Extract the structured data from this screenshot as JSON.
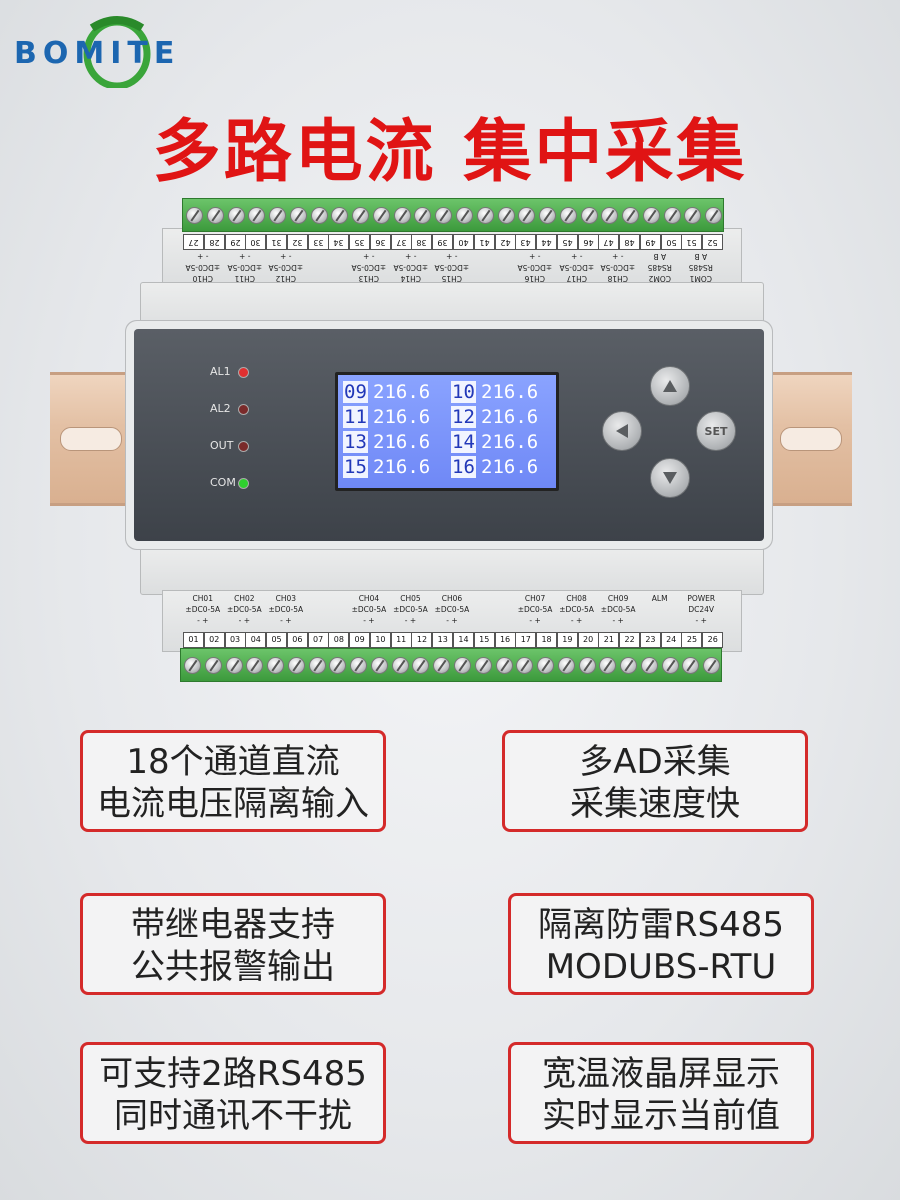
{
  "brand": {
    "name": "BOMITE",
    "accent": "#1c66b0",
    "ring": "#3aa53a"
  },
  "headline": "多路电流 集中采集",
  "top_terminals": {
    "numbers": [
      "27",
      "28",
      "29",
      "30",
      "31",
      "32",
      "33",
      "34",
      "35",
      "36",
      "37",
      "38",
      "39",
      "40",
      "41",
      "42",
      "43",
      "44",
      "45",
      "46",
      "47",
      "48",
      "49",
      "50",
      "51",
      "52"
    ],
    "channels": [
      {
        "name": "CH10",
        "spec": "±DC0-5A",
        "pol": "-  +"
      },
      {
        "name": "CH11",
        "spec": "±DC0-5A",
        "pol": "-  +"
      },
      {
        "name": "CH12",
        "spec": "±DC0-5A",
        "pol": "-  +"
      },
      {
        "name": "CH13",
        "spec": "±DC0-5A",
        "pol": "-  +"
      },
      {
        "name": "CH14",
        "spec": "±DC0-5A",
        "pol": "-  +"
      },
      {
        "name": "CH15",
        "spec": "±DC0-5A",
        "pol": "-  +"
      },
      {
        "name": "CH16",
        "spec": "±DC0-5A",
        "pol": "-  +"
      },
      {
        "name": "CH17",
        "spec": "±DC0-5A",
        "pol": "-  +"
      },
      {
        "name": "CH18",
        "spec": "±DC0-5A",
        "pol": "-  +"
      },
      {
        "name": "COM2",
        "spec": "RS485",
        "pol": "A  B"
      },
      {
        "name": "COM1",
        "spec": "RS485",
        "pol": "A  B"
      }
    ]
  },
  "bottom_terminals": {
    "numbers": [
      "01",
      "02",
      "03",
      "04",
      "05",
      "06",
      "07",
      "08",
      "09",
      "10",
      "11",
      "12",
      "13",
      "14",
      "15",
      "16",
      "17",
      "18",
      "19",
      "20",
      "21",
      "22",
      "23",
      "24",
      "25",
      "26"
    ],
    "channels": [
      {
        "name": "CH01",
        "spec": "±DC0-5A",
        "pol": "-   +"
      },
      {
        "name": "CH02",
        "spec": "±DC0-5A",
        "pol": "-   +"
      },
      {
        "name": "CH03",
        "spec": "±DC0-5A",
        "pol": "-   +"
      },
      {
        "name": "CH04",
        "spec": "±DC0-5A",
        "pol": "-   +"
      },
      {
        "name": "CH05",
        "spec": "±DC0-5A",
        "pol": "-   +"
      },
      {
        "name": "CH06",
        "spec": "±DC0-5A",
        "pol": "-   +"
      },
      {
        "name": "CH07",
        "spec": "±DC0-5A",
        "pol": "-   +"
      },
      {
        "name": "CH08",
        "spec": "±DC0-5A",
        "pol": "-   +"
      },
      {
        "name": "CH09",
        "spec": "±DC0-5A",
        "pol": "-   +"
      },
      {
        "name": "ALM",
        "spec": "",
        "pol": ""
      },
      {
        "name": "POWER",
        "spec": "DC24V",
        "pol": "-   +"
      }
    ]
  },
  "leds": [
    {
      "label": "AL1",
      "color": "#e03030"
    },
    {
      "label": "AL2",
      "color": "#7a2a2a"
    },
    {
      "label": "OUT",
      "color": "#7a2a2a"
    },
    {
      "label": "COM",
      "color": "#2fd02f"
    }
  ],
  "lcd": {
    "rows": [
      [
        {
          "ch": "09",
          "val": "216.6"
        },
        {
          "ch": "10",
          "val": "216.6"
        }
      ],
      [
        {
          "ch": "11",
          "val": "216.6"
        },
        {
          "ch": "12",
          "val": "216.6"
        }
      ],
      [
        {
          "ch": "13",
          "val": "216.6"
        },
        {
          "ch": "14",
          "val": "216.6"
        }
      ],
      [
        {
          "ch": "15",
          "val": "216.6"
        },
        {
          "ch": "16",
          "val": "216.6"
        }
      ]
    ]
  },
  "buttons": {
    "set": "SET"
  },
  "features": [
    {
      "line1": "18个通道直流",
      "line2": "电流电压隔离输入"
    },
    {
      "line1": "多AD采集",
      "line2": "采集速度快"
    },
    {
      "line1": "带继电器支持",
      "line2": "公共报警输出"
    },
    {
      "line1": "隔离防雷RS485",
      "line2": "MODUBS-RTU"
    },
    {
      "line1": "可支持2路RS485",
      "line2": "同时通讯不干扰"
    },
    {
      "line1": "宽温液晶屏显示",
      "line2": "实时显示当前值"
    }
  ]
}
